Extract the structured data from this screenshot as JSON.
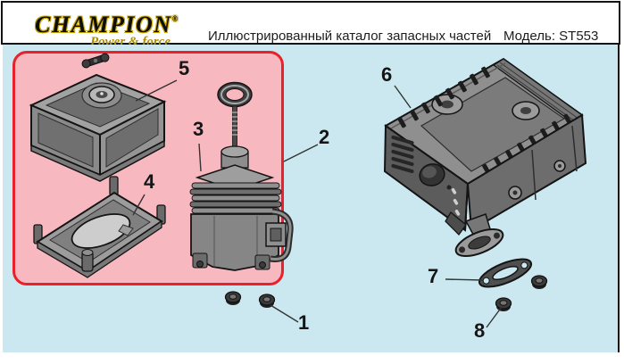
{
  "header": {
    "logo": {
      "brand_initial": "C",
      "brand_rest": "HAMPION",
      "registered_mark": "®",
      "tagline": "Power & force",
      "gold_color": "#c9a80e"
    },
    "title": "Иллюстрированный каталог запасных частей",
    "model": "Модель: ST553"
  },
  "diagram": {
    "background_color": "#cbe8f1",
    "highlight_fill": "#f7b8c0",
    "highlight_border_color": "#e9212b",
    "callouts": [
      {
        "number": "1"
      },
      {
        "number": "2"
      },
      {
        "number": "3"
      },
      {
        "number": "4"
      },
      {
        "number": "5"
      },
      {
        "number": "6"
      },
      {
        "number": "7"
      },
      {
        "number": "8"
      }
    ]
  }
}
